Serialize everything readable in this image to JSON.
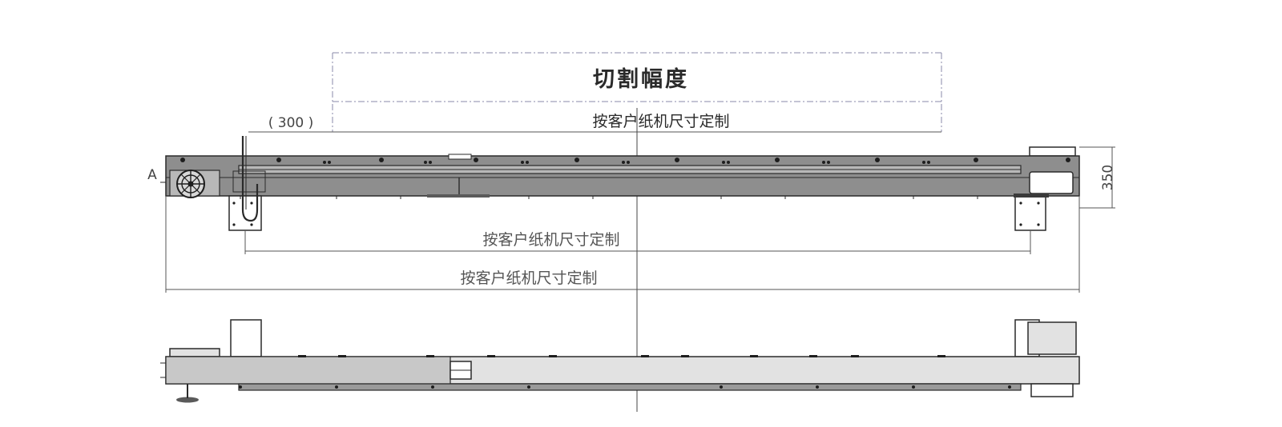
{
  "labels": {
    "cut_width": "切割幅度",
    "custom_size_top": "按客户纸机尺寸定制",
    "custom_size_middle": "按客户纸机尺寸定制",
    "custom_size_bottom": "按客户纸机尺寸定制",
    "offset_dimension": "( 300 )",
    "height_dimension": "350",
    "view_marker": "A"
  },
  "colors": {
    "beam_dark": "#8e8e8e",
    "beam_light": "#e2e2e2",
    "line": "#2a2a2a",
    "dash_line": "#8a8aa8"
  },
  "icons": {
    "handwheel": "handwheel-icon",
    "bolt": "bolt-icon"
  }
}
